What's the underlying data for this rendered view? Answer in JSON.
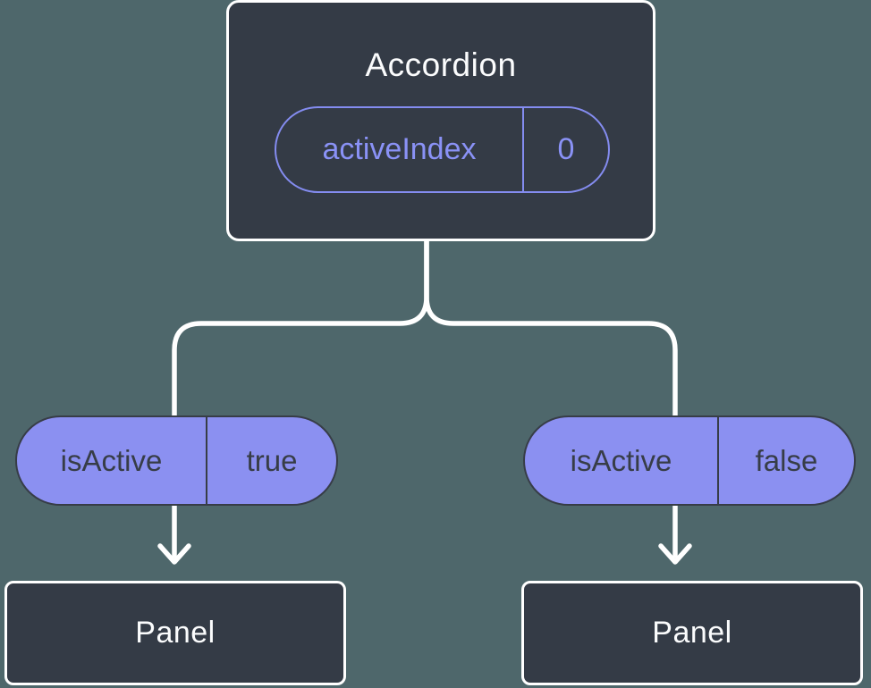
{
  "colors": {
    "background": "#4e676b",
    "box_fill": "#343b46",
    "box_border": "#ffffff",
    "pill_fill": "#8b90f1",
    "pill_outline": "#848cf0",
    "accent_text": "#8a92f6",
    "dark_text": "#373d47",
    "connector": "#ffffff",
    "light_text": "#fbfcfd"
  },
  "diagram": {
    "root": {
      "title": "Accordion",
      "state_pill": {
        "label": "activeIndex",
        "value": "0"
      }
    },
    "branches": [
      {
        "prop_pill": {
          "label": "isActive",
          "value": "true"
        },
        "node": {
          "title": "Panel"
        }
      },
      {
        "prop_pill": {
          "label": "isActive",
          "value": "false"
        },
        "node": {
          "title": "Panel"
        }
      }
    ]
  }
}
